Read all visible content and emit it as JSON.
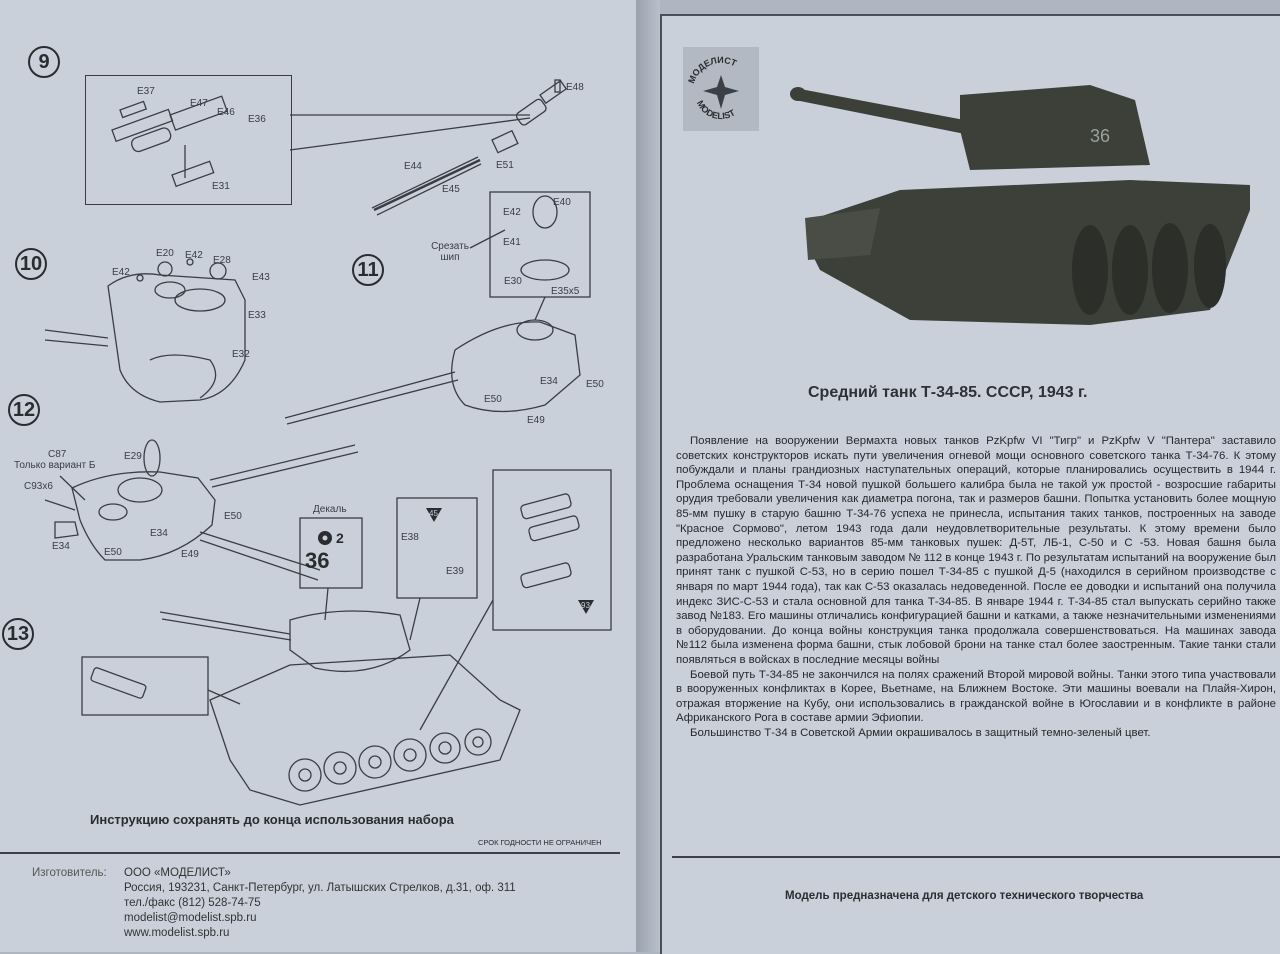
{
  "left_page": {
    "steps": [
      {
        "number": "9",
        "parts": [
          "E37",
          "E47",
          "E46",
          "E36",
          "E31",
          "E48",
          "E51",
          "E44",
          "E45"
        ]
      },
      {
        "number": "10",
        "parts": [
          "E20",
          "E42",
          "E42",
          "E28",
          "E43",
          "E33",
          "E32"
        ]
      },
      {
        "number": "11",
        "parts": [
          "E42",
          "E40",
          "E41",
          "E30",
          "E35x5",
          "E34",
          "E50",
          "E50",
          "E49"
        ],
        "note": "Срезать шип"
      },
      {
        "number": "12",
        "parts": [
          "C87",
          "E29",
          "C93x6",
          "E50",
          "E34",
          "E34",
          "E50",
          "E49"
        ],
        "note": "Только вариант Б"
      },
      {
        "number": "13",
        "decal_label": "Декаль",
        "decal_number": "36",
        "decal_count": "2",
        "parts": [
          "E38",
          "E39"
        ],
        "paint_codes": [
          "45",
          "93"
        ]
      }
    ],
    "save_notice": "Инструкцию сохранять до конца использования набора",
    "shelf_life": "СРОК ГОДНОСТИ НЕ  ОГРАНИЧЕН",
    "manufacturer": {
      "label": "Изготовитель:",
      "name": "ООО «МОДЕЛИСТ»",
      "address": "Россия, 193231, Санкт-Петербург, ул. Латышских Стрелков, д.31, оф. 311",
      "phone": "тел./факс (812) 528-74-75",
      "email": "modelist@modelist.spb.ru",
      "website": "www.modelist.spb.ru"
    }
  },
  "right_page": {
    "logo": {
      "text_top": "МОДЕЛИСТ",
      "text_bottom": "MODELIST",
      "icon": "compass-star-icon"
    },
    "tank_photo": {
      "turret_number": "36"
    },
    "title": "Средний танк Т-34-85. СССР,  1943 г.",
    "paragraphs": [
      "Появление на вооружении Вермахта новых танков PzKpfw VI \"Тигр\" и PzKpfw V \"Пантера\" заставило советских конструкторов искать пути увеличения огневой мощи основного советского танка Т-34-76. К этому побуждали и планы грандиозных наступательных операций, которые планировались осуществить в 1944 г. Проблема оснащения Т-34 новой пушкой большего калибра была не такой уж простой - возросшие габариты орудия требовали увеличения как диаметра погона, так и размеров башни. Попытка установить более мощную 85-мм пушку в старую башню Т-34-76 успеха не принесла, испытания таких танков, построенных на заводе \"Красное Сормово\", летом 1943 года дали неудовлетворительные результаты. К этому времени было предложено несколько вариантов 85-мм танковых пушек: Д-5Т, ЛБ-1, С-50 и С -53. Новая башня была разработана Уральским танковым заводом № 112 в конце 1943 г.  По результатам испытаний на вооружение был принят танк с пушкой С-53, но в серию пошел Т-34-85 с пушкой Д-5 (находился в серийном производстве с января по март 1944 года), так как С-53 оказалась недоведенной. После ее доводки и испытаний она получила индекс ЗИС-С-53 и стала основной для танка Т-34-85. В январе 1944 г. Т-34-85 стал выпускать серийно также завод №183. Его машины отличались конфигурацией башни и катками, а также незначительными изменениями в оборудовании. До конца войны конструкция танка продолжала совершенствоваться. На машинах завода №112 была изменена форма башни, стык лобовой брони на танке стал более заостренным. Такие танки стали появляться в войсках в последние месяцы войны",
      "Боевой путь Т-34-85 не закончился на полях сражений Второй мировой войны. Танки этого типа участвовали в вооруженных конфликтах в Корее, Вьетнаме, на Ближнем Востоке. Эти машины воевали на Плайя-Хирон, отражая вторжение на Кубу, они использовались в гражданской войне в Югославии и в конфликте в районе Африканского Рога в составе армии Эфиопии.",
      "Большинство Т-34 в Советской Армии окрашивалось в защитный темно-зеленый цвет."
    ],
    "footer_note": "Модель предназначена для детского технического творчества"
  }
}
